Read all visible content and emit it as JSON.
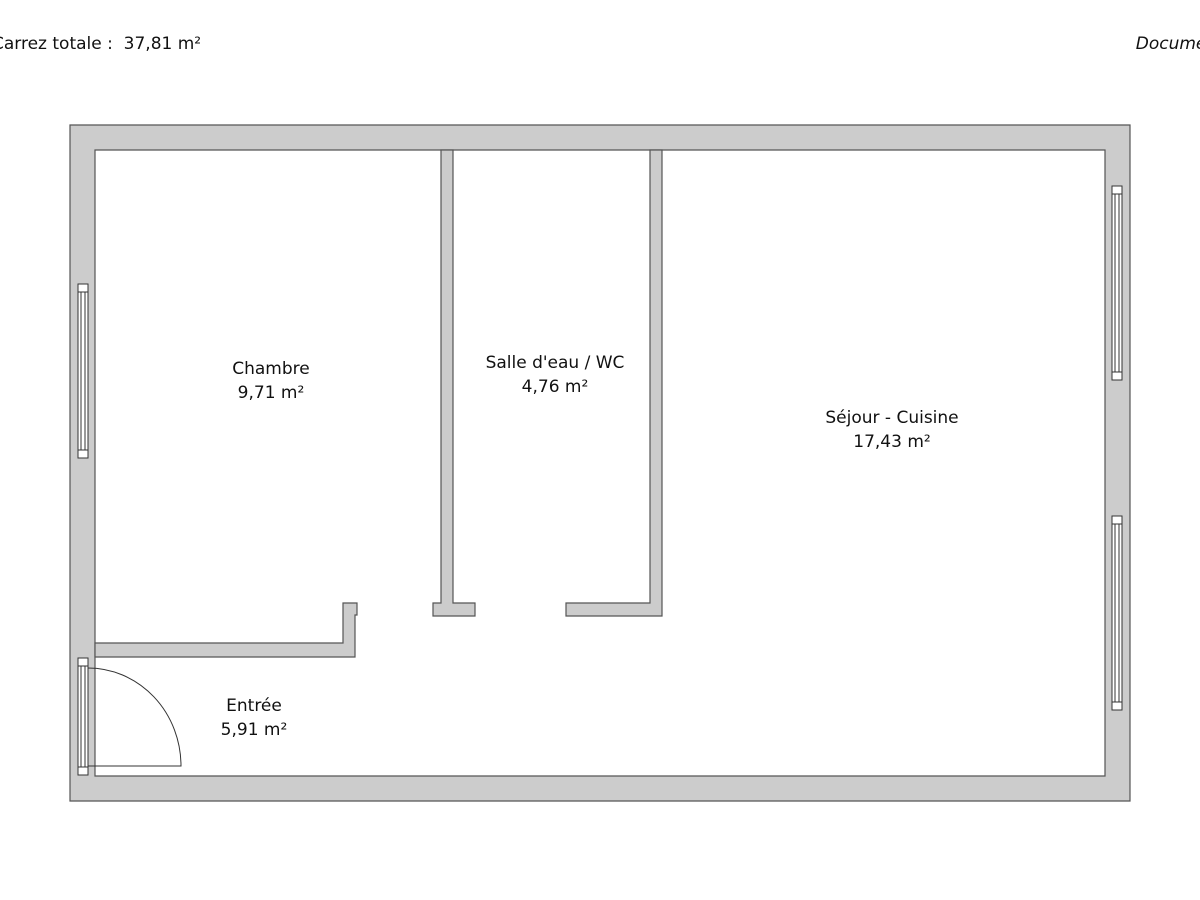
{
  "header": {
    "total_label": "Carrez totale :",
    "total_value": "37,81 m²",
    "document_note": "Document n"
  },
  "rooms": [
    {
      "name": "Chambre",
      "area": "9,71 m²"
    },
    {
      "name": "Salle d'eau / WC",
      "area": "4,76 m²"
    },
    {
      "name": "Séjour - Cuisine",
      "area": "17,43 m²"
    },
    {
      "name": "Entrée",
      "area": "5,91 m²"
    }
  ],
  "colors": {
    "wall": "#cccccc",
    "outline": "#555555",
    "background": "#ffffff"
  }
}
